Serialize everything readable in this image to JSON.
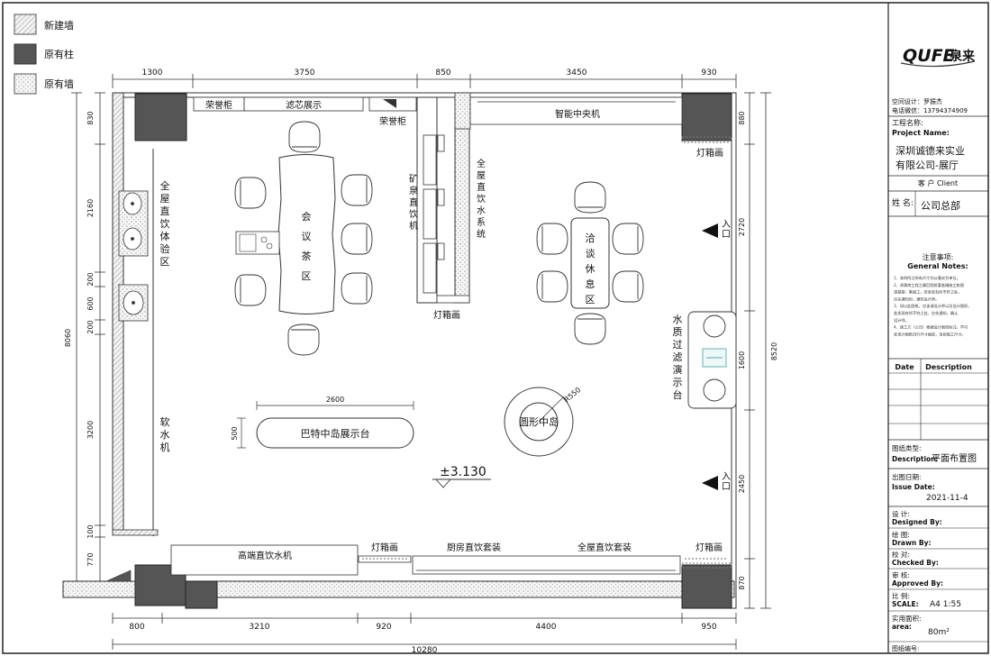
{
  "legend": [
    {
      "label": "新建墙"
    },
    {
      "label": "原有柱"
    },
    {
      "label": "原有墙"
    }
  ],
  "dims": {
    "top": [
      "1300",
      "3750",
      "850",
      "3450",
      "930"
    ],
    "bottom": [
      "800",
      "3210",
      "920",
      "4400",
      "950"
    ],
    "total_w": "10280",
    "left": [
      "830",
      "2160",
      "200",
      "600",
      "200",
      "3200",
      "100",
      "770"
    ],
    "left_total": "8060",
    "right": [
      "880",
      "2720",
      "1600",
      "2450",
      "870"
    ],
    "right_total": "8520",
    "table_len": "2600",
    "table_depth": "500",
    "radius": "R550"
  },
  "labels": {
    "honor_cab_1": "荣誉柜",
    "filter_display": "滤芯展示",
    "honor_cab_2": "荣誉柜",
    "central_machine": "智能中央机",
    "lightbox_ne": "灯箱画",
    "mineral": "矿泉直饮机",
    "whole_house_sys": "全屋直饮水系统",
    "lightbox_mid": "灯箱画",
    "whole_house_exp": "全屋直饮体验区",
    "meeting_tea": "会议茶区",
    "negotiation": "洽谈休息区",
    "entrance_1": "入口",
    "entrance_2": "入口",
    "water_quality": "水质过滤演示台",
    "soft_water": "软水机",
    "island_display": "巴特中岛展示台",
    "round_island": "圆形中岛",
    "elevation": "±3.130",
    "high_end": "高端直饮水机",
    "lightbox_s1": "灯箱画",
    "kitchen": "厨房直饮套装",
    "whole_house_set": "全屋直饮套装",
    "lightbox_s2": "灯箱画"
  },
  "title_block": {
    "logo_text": "QUFE",
    "logo_cn": "泉来",
    "designer": "空间设计：罗振杰",
    "phone": "电话微信：13794374909",
    "project_cn": "工程名称:",
    "project_en": "Project Name:",
    "project_value_1": "深圳诚德来实业",
    "project_value_2": "有限公司-展厅",
    "client": "客 户 Client",
    "name_label": "姓 名:",
    "name_value": "公司总部",
    "notes_cn": "注意事项:",
    "notes_en": "General Notes:",
    "notes_lines": [
      "1、本例所注所有尺寸均以毫米为单位。",
      "2、承建商工程之最后图纸要准确施工帐图",
      "  清楚楚，需施工，若发现有所不符之处，",
      "  应先通知时，通知设计师。",
      "3、如以此图纸，应该请设计师以及设计图纸，",
      "  若发现有所不符之处，应先通知，确认",
      "  设计师。",
      "4、施工方（公司）根据设计图纸标注，不可",
      "  发现计图纸自行尺寸缩放，当前施工尺寸。"
    ],
    "date_hdr": "Date",
    "desc_hdr": "Description",
    "dtype_cn": "图纸类型:",
    "dtype_en": "Description:",
    "dtype_value": "平面布置图",
    "issue_cn": "出图日期:",
    "issue_en": "Issue Date:",
    "issue_value": "2021-11-4",
    "designed_cn": "设  计:",
    "designed_en": "Designed By:",
    "drawn_cn": "绘  图:",
    "drawn_en": "Drawn By:",
    "checked_cn": "校  对:",
    "checked_en": "Checked By:",
    "approved_cn": "审  核:",
    "approved_en": "Approved By:",
    "scale_cn": "比  例:",
    "scale_en": "SCALE:",
    "scale_value": "A4 1:55",
    "area_cn": "实用面积:",
    "area_en": "area:",
    "area_value": "80m²",
    "drawing_no": "图纸编号:"
  },
  "colors": {
    "column": "#555555",
    "ink": "#111111",
    "new_wall_hatch": "#9a9a9a",
    "orig_wall": "#d8d8d8"
  }
}
